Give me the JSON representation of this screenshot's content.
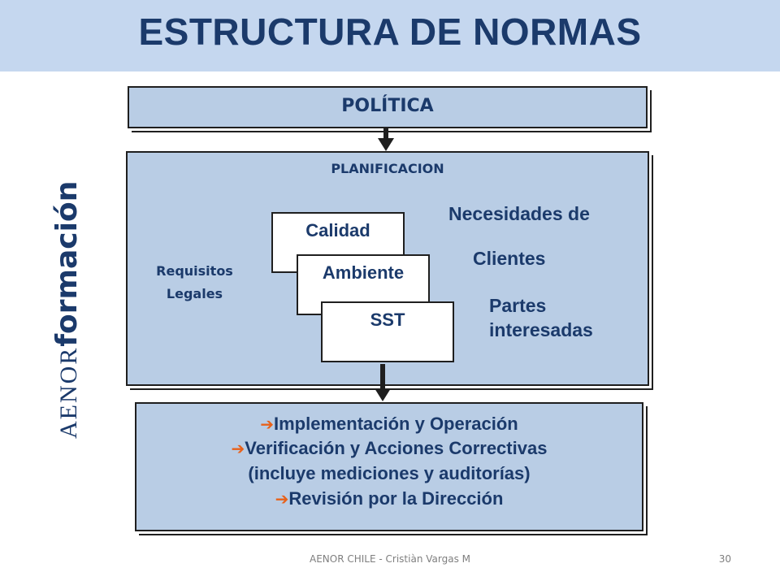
{
  "title": "ESTRUCTURA DE NORMAS",
  "politica": "POLÍTICA",
  "planificacion": {
    "label": "PLANIFICACION",
    "requisitos_line1": "Requisitos",
    "requisitos_line2": "Legales",
    "necesidades": "Necesidades de",
    "clientes": "Clientes",
    "partes_line1": "Partes",
    "partes_line2": "interesadas",
    "calidad": "Calidad",
    "ambiente": "Ambiente",
    "sst": "SST"
  },
  "implementacion": {
    "arrow_glyph": "➔",
    "line1": "Implementación y Operación",
    "line2": "Verificación y Acciones Correctivas",
    "line3": "(incluye mediciones y auditorías)",
    "line4": "Revisión por la Dirección"
  },
  "logo": {
    "aenor": "AENOR",
    "formacion": "formación"
  },
  "footer": {
    "text": "AENOR CHILE - Cristiàn Vargas M",
    "page": "30"
  },
  "colors": {
    "header_band": "#c5d7ef",
    "box_fill": "#b9cde5",
    "text_navy": "#1b3a6b",
    "bullet_arrow": "#e8611a"
  }
}
